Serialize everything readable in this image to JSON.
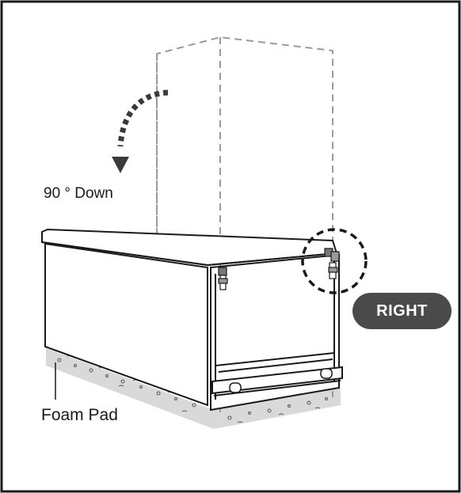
{
  "labels": {
    "rotation": "90 ° Down",
    "foam": "Foam Pad",
    "side": "RIGHT"
  },
  "colors": {
    "outline": "#1a1a1a",
    "dashed": "#9a9a9a",
    "arrow": "#3a3a3a",
    "foam_fill": "#d9d9d9",
    "badge_fill": "#4a4a4a",
    "badge_text": "#ffffff"
  },
  "icons": {
    "rotation_arrow": "curved-dotted-arrow-down-icon",
    "detail_callout": "dashed-circle-callout-icon",
    "hinge": "hinge-icon"
  }
}
